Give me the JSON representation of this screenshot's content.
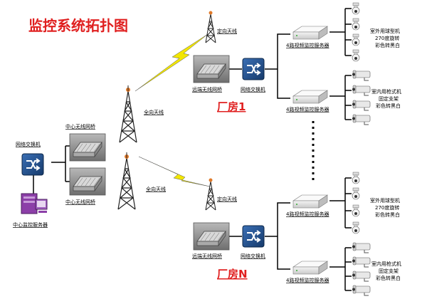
{
  "title": "监控系统拓扑图",
  "center": {
    "switch_label": "网络交换机",
    "bridge_label_top": "中心无线网桥",
    "bridge_label_bottom": "中心无线网桥",
    "omni_antenna_label": "全向天线",
    "server_label": "中心监控服务器"
  },
  "room1": {
    "name": "厂房1",
    "directional_antenna_label": "定向天线",
    "bridge_label": "远端无线网桥",
    "switch_label": "网络交换机",
    "video_server_label_top": "4路视频监控服务器",
    "video_server_label_bottom": "4路视频监控服务器",
    "dome_camera_desc": [
      "室外用球型机",
      "270度旋转",
      "彩色转黑白"
    ],
    "bullet_camera_desc": [
      "室内用枪式机",
      "固定支架",
      "彩色转黑白"
    ]
  },
  "roomN": {
    "name": "厂房N",
    "directional_antenna_label": "定向天线",
    "bridge_label": "远端无线网桥",
    "switch_label": "网络交换机",
    "video_server_label_top": "4路视频监控服务器",
    "video_server_label_bottom": "4路视频监控服务器",
    "dome_camera_desc": [
      "室外用球型机",
      "270度旋转",
      "彩色转黑白"
    ],
    "bullet_camera_desc": [
      "室内用枪式机",
      "固定支架",
      "彩色转黑白"
    ]
  },
  "colors": {
    "title": "#e02020",
    "lightning": "#f2e600",
    "switch": "#1f4e8c",
    "line": "#000000"
  }
}
